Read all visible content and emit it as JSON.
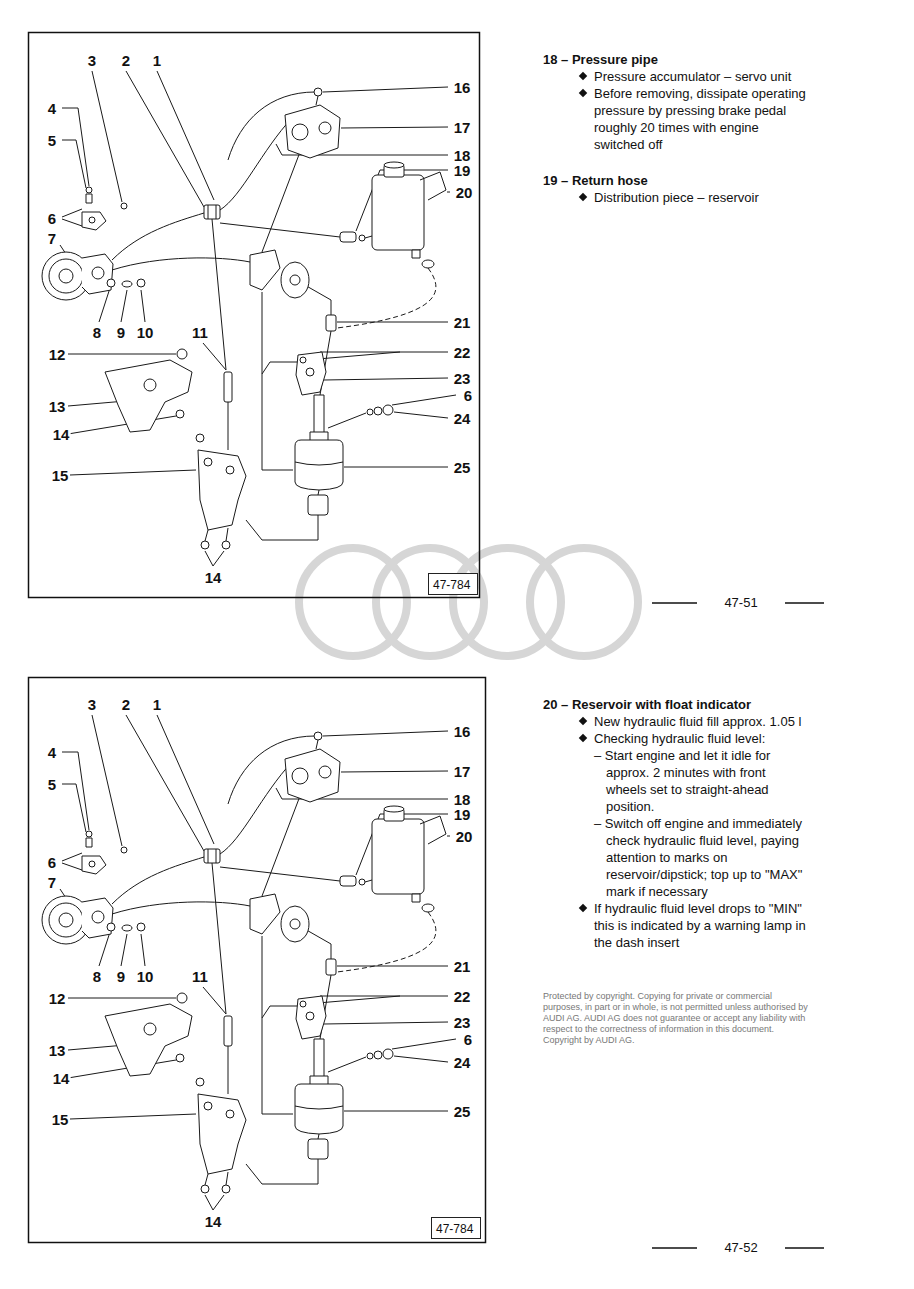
{
  "diagram": {
    "nodes": [
      {
        "text": [
          "47-784"
        ]
      },
      {
        "text": [
          "47-784"
        ]
      }
    ],
    "labels": [
      "3",
      "2",
      "1",
      "16",
      "4",
      "17",
      "5",
      "18",
      "19",
      "20",
      "6",
      "7",
      "8",
      "9",
      "10",
      "11",
      "21",
      "12",
      "22",
      "23",
      "13",
      "6",
      "14",
      "24",
      "15",
      "25",
      "14",
      "18 – Pressure pipe",
      "Pressure accumulator – servo unit",
      "Before removing, dissipate operating pressure by pressing brake pedal roughly 20 times with engine switched off",
      "19 – Return hose",
      "Distribution piece – reservoir",
      "47-51",
      "3",
      "2",
      "1",
      "16",
      "4",
      "17",
      "5",
      "18",
      "19",
      "20",
      "6",
      "7",
      "8",
      "9",
      "10",
      "11",
      "21",
      "12",
      "22",
      "23",
      "13",
      "6",
      "14",
      "24",
      "15",
      "25",
      "14",
      "20 – Reservoir with float indicator",
      "New hydraulic fluid fill approx. 1.05 l",
      "Checking hydraulic fluid level:",
      "– Start engine and let it idle for approx. 2 minutes with front wheels set to straight-ahead position.",
      "– Switch off engine and immediately check hydraulic fluid level, paying attention to marks on reservoir/dipstick; top up to \"MAX\" mark if necessary",
      "If hydraulic fluid level drops to \"MIN\" this is indicated by a warning lamp in the dash insert",
      "47-52",
      "Protected by copyright. Copying for private or commercial purposes, in part or in whole, is not permitted unless authorised by AUDI AG. AUDI AG does not guarantee or accept any liability with respect to the correctness of information in this document. Copyright by AUDI AG."
    ]
  }
}
